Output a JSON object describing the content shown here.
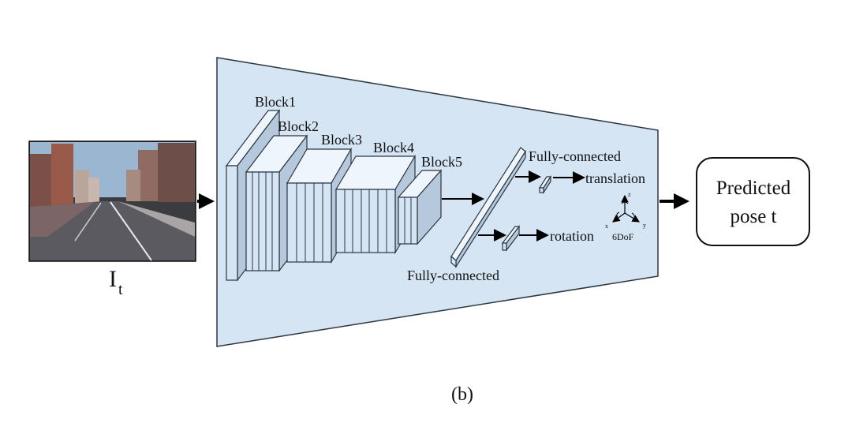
{
  "input_label": {
    "main": "I",
    "sub": "t"
  },
  "blocks": [
    "Block1",
    "Block2",
    "Block3",
    "Block4",
    "Block5"
  ],
  "fc_labels": {
    "top": "Fully-connected",
    "bottom": "Fully-connected"
  },
  "outputs": {
    "translation": "translation",
    "rotation": "rotation"
  },
  "dof": {
    "label": "6DoF",
    "axis_z": "z",
    "axis_x": "x",
    "axis_y": "y"
  },
  "result": {
    "line1": "Predicted",
    "line2": "pose t"
  },
  "caption": "(b)",
  "colors": {
    "panel": "#d6e5f4",
    "block_face": "#d6e5f4",
    "block_side": "#b5c8dc",
    "stroke": "#2b3640"
  },
  "icons": [
    "street-scene-image",
    "right-arrow-icon",
    "coordinate-axes-icon"
  ]
}
